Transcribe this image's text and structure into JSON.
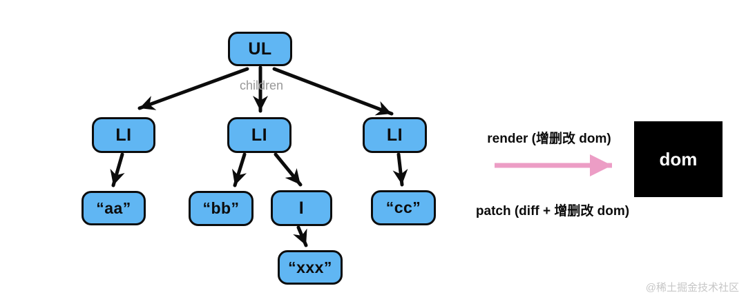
{
  "diagram": {
    "nodes": {
      "ul": "UL",
      "li_left": "LI",
      "li_mid": "LI",
      "li_right": "LI",
      "aa": "“aa”",
      "bb": "“bb”",
      "i": "I",
      "cc": "“cc”",
      "xxx": "“xxx”"
    },
    "edge_label": "children",
    "render_label": "render (增删改 dom)",
    "patch_label": "patch (diff + 增删改 dom)",
    "dom_label": "dom",
    "colors": {
      "node_fill": "#60b6f3",
      "node_border": "#0c0c0c",
      "tree_arrow": "#0c0c0c",
      "render_arrow_pink": "#ec9dc5",
      "dom_box_bg": "#000000",
      "dom_box_text": "#ffffff",
      "edge_label_gray": "#989898",
      "watermark_gray": "#c6c6c6"
    }
  },
  "watermark": "@稀土掘金技术社区"
}
